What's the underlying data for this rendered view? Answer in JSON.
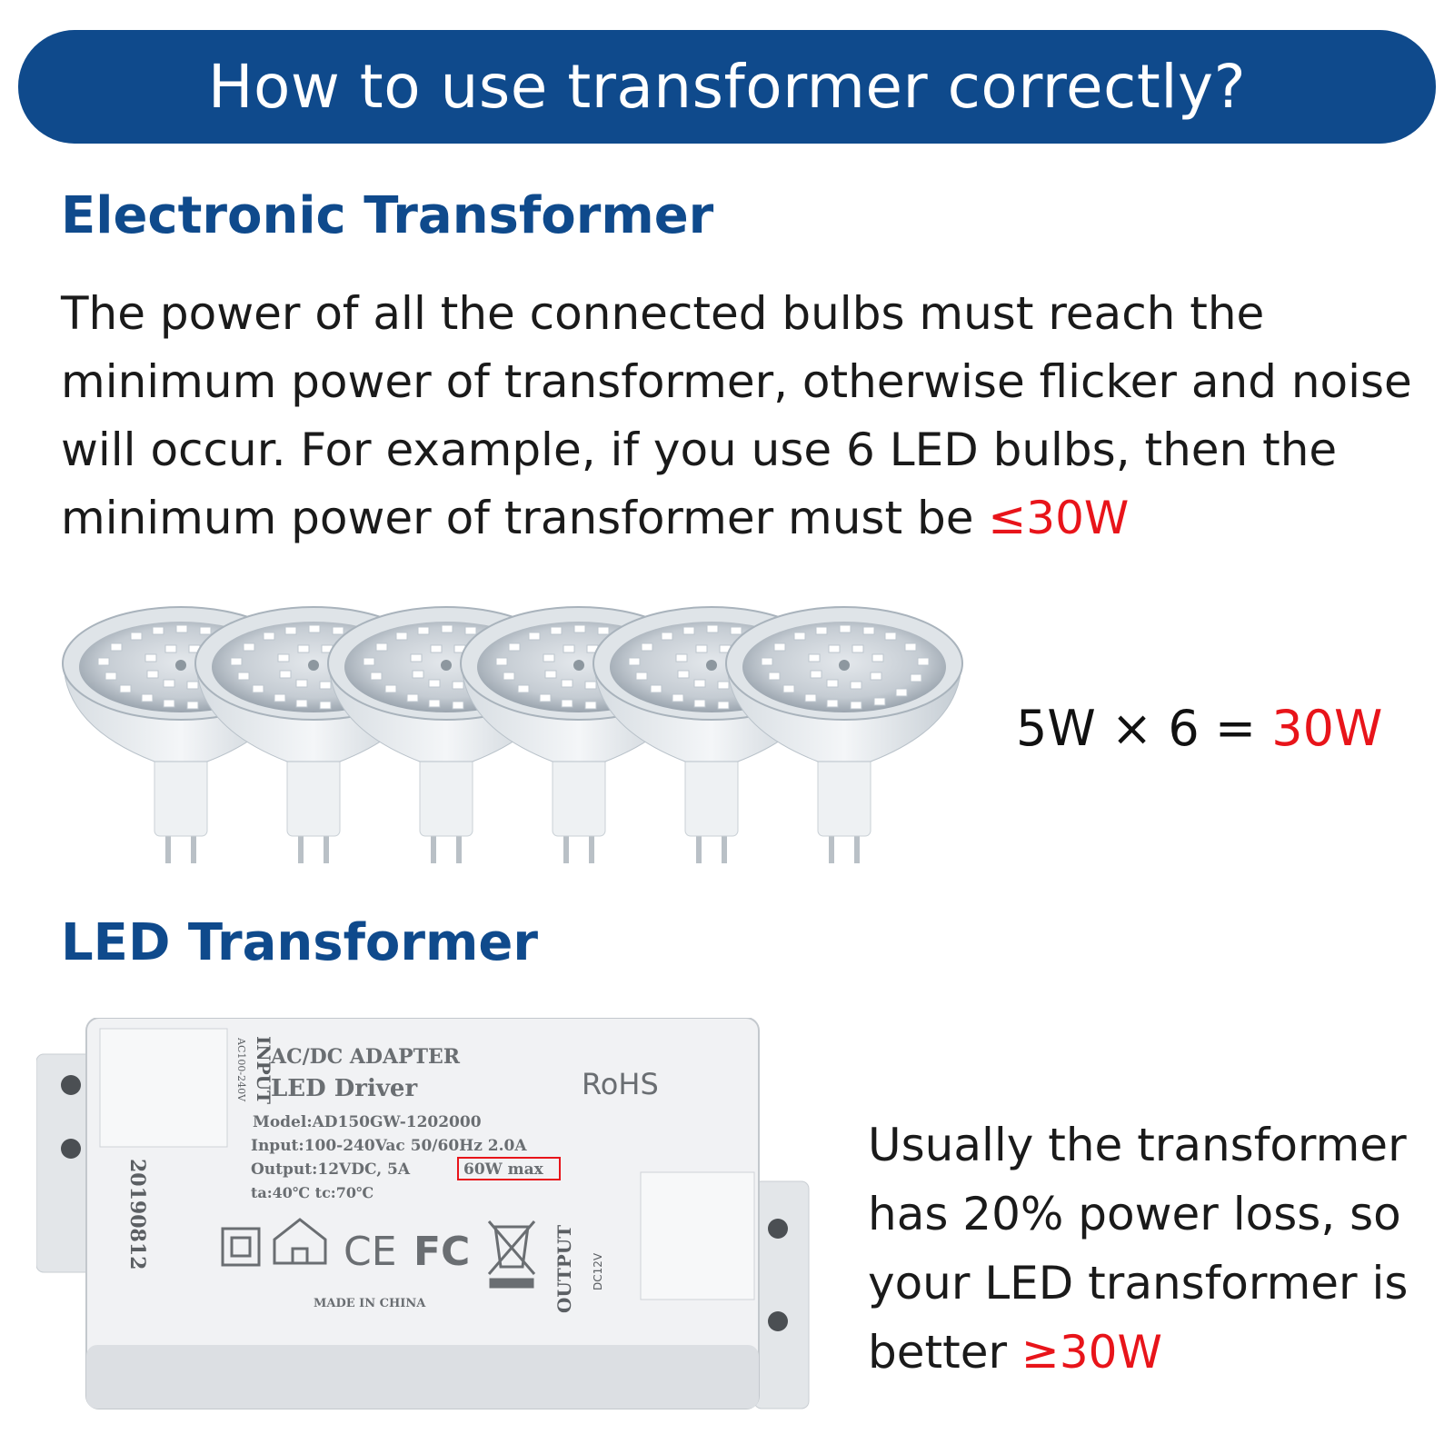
{
  "banner": {
    "title": "How to use transformer correctly?"
  },
  "electronic": {
    "heading": "Electronic Transformer",
    "lines": [
      "The power of all the connected bulbs must reach the",
      "minimum power of transformer, otherwise flicker and noise",
      "will occur. For example, if you use 6 LED bulbs, then the",
      "minimum power of transformer must be "
    ],
    "highlight": "≤30W"
  },
  "equation": {
    "lhs": "5W × 6 = ",
    "result": "30W"
  },
  "bulbs": {
    "count": 6,
    "icon": "led-bulb-icon"
  },
  "led": {
    "heading": "LED Transformer",
    "lines": [
      "Usually the transformer",
      "has 20% power loss, so",
      "your LED transformer is",
      "better "
    ],
    "highlight": "≥30W"
  },
  "driver_label": {
    "input_side": "INPUT",
    "input_rating": "AC100-240V",
    "title1": "AC/DC ADAPTER",
    "title2": "LED Driver",
    "rohs": "RoHS",
    "model": "Model:AD150GW-1202000",
    "input": "Input:100-240Vac 50/60Hz 2.0A",
    "output": "Output:12VDC, 5A",
    "max": "60W max",
    "temps": "ta:40℃     tc:70℃",
    "made": "MADE IN CHINA",
    "date": "20190812",
    "output_side": "OUTPUT",
    "output_rating": "DC12V",
    "ce": "CE",
    "fc": "FC"
  },
  "colors": {
    "brand_blue": "#0f4a8c",
    "highlight_red": "#e8141a"
  }
}
